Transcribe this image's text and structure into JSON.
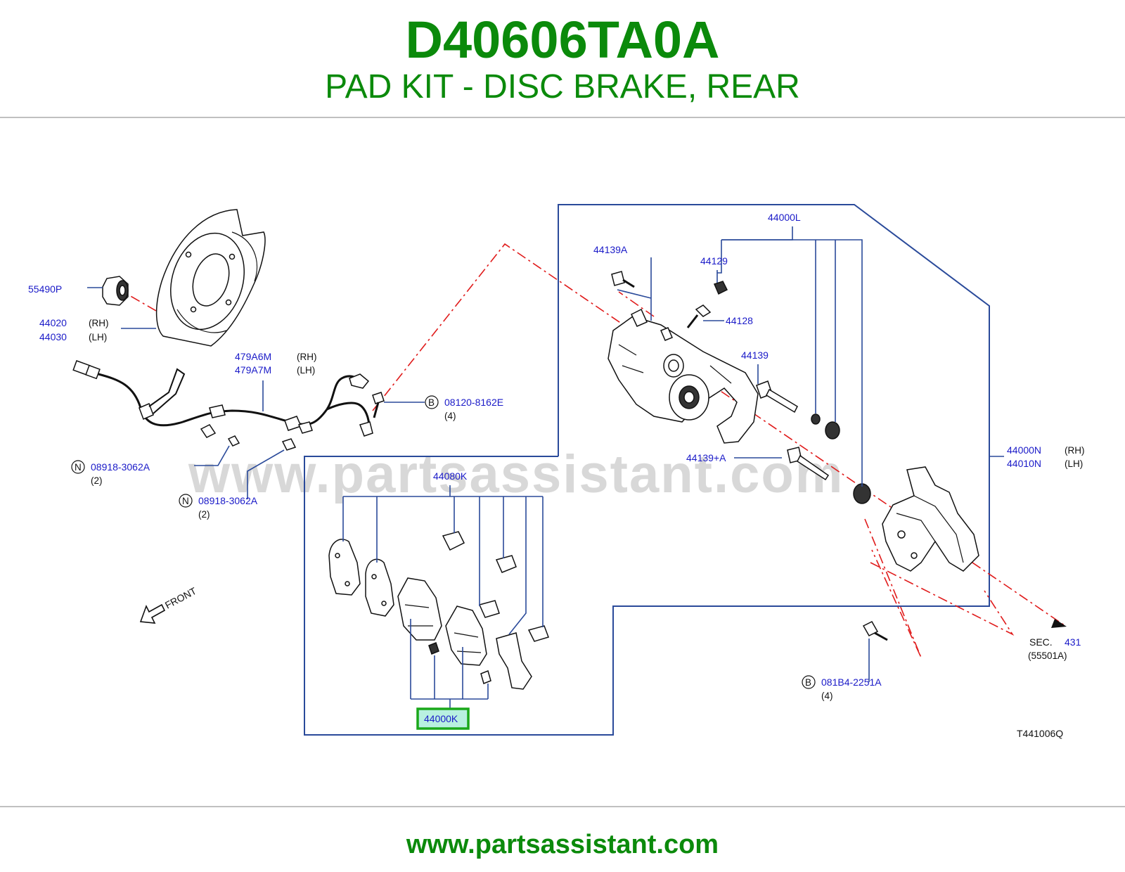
{
  "header": {
    "part_number": "D40606TA0A",
    "description": "PAD KIT - DISC BRAKE, REAR"
  },
  "footer": {
    "website": "www.partsassistant.com"
  },
  "watermark": "www.partsassistant.com",
  "diagram_code": "T441006Q",
  "front_label": "FRONT",
  "callouts": {
    "c55490p": "55490P",
    "c44020": "44020",
    "c44020_side": "(RH)",
    "c44030": "44030",
    "c44030_side": "(LH)",
    "c479a6m": "479A6M",
    "c479a6m_side": "(RH)",
    "c479a7m": "479A7M",
    "c479a7m_side": "(LH)",
    "c08120": "08120-8162E",
    "c08120_marker": "B",
    "c08120_qty": "(4)",
    "c08918a": "08918-3062A",
    "c08918a_marker": "N",
    "c08918a_qty": "(2)",
    "c08918b": "08918-3062A",
    "c08918b_marker": "N",
    "c08918b_qty": "(2)",
    "c44000l": "44000L",
    "c44139a": "44139A",
    "c44129": "44129",
    "c44128": "44128",
    "c44139": "44139",
    "c44139pa": "44139+A",
    "c44000n": "44000N",
    "c44000n_side": "(RH)",
    "c44010n": "44010N",
    "c44010n_side": "(LH)",
    "c44080k": "44080K",
    "c44000k": "44000K",
    "c081b4": "081B4-2251A",
    "c081b4_marker": "B",
    "c081b4_qty": "(4)",
    "sec_prefix": "SEC.",
    "sec_number": "431",
    "sec_ref": "(55501A)"
  },
  "colors": {
    "title_green": "#0b8a0b",
    "callout_blue": "#1a1ac8",
    "leader_blue": "#2a4a9a",
    "axis_red": "#e01b1b",
    "highlight_green": "#1aa81a",
    "highlight_fill": "#b8f0e0"
  }
}
